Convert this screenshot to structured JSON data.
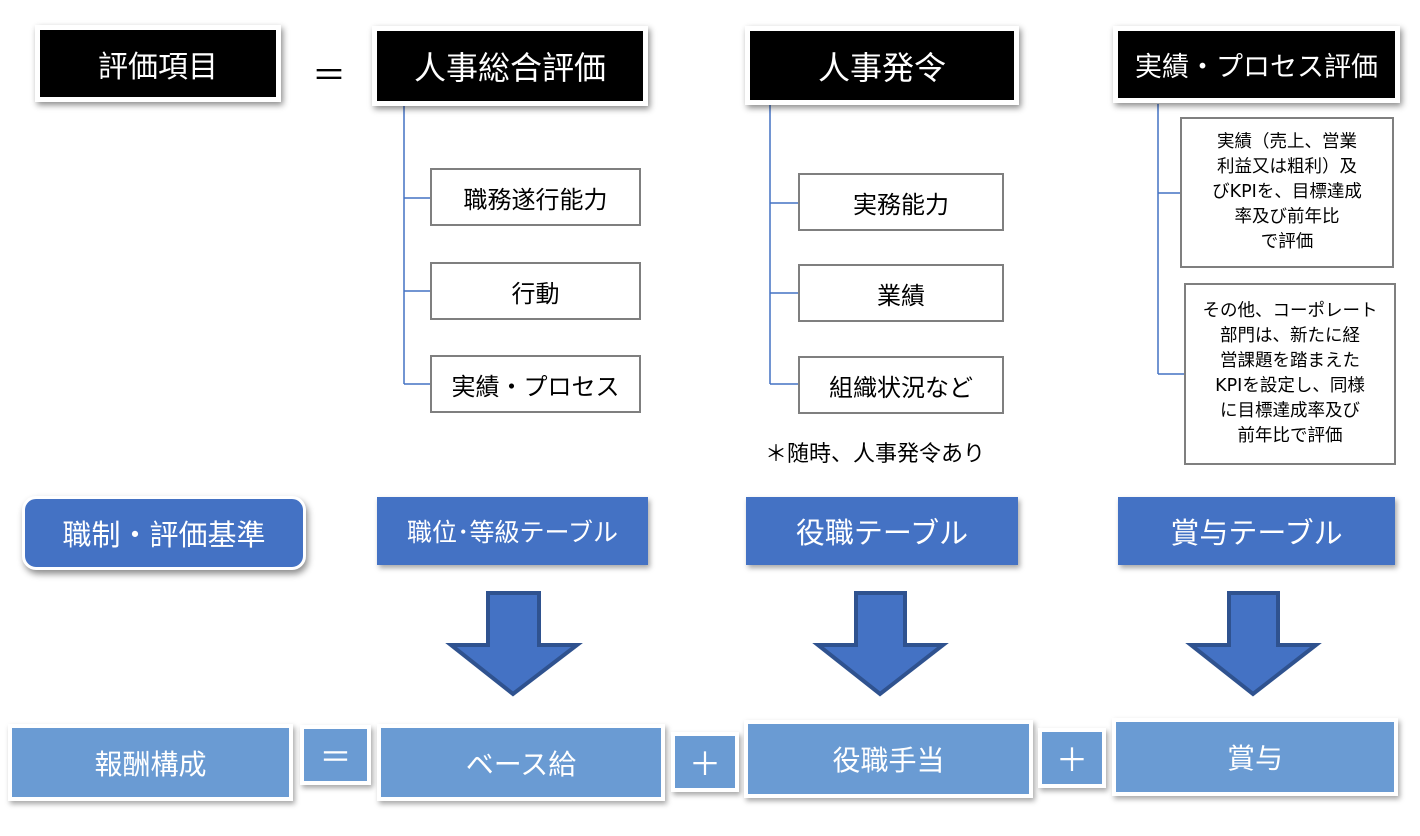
{
  "header": {
    "label": "評価項目",
    "equals": "＝",
    "columns": [
      {
        "title": "人事総合評価",
        "items": [
          "職務遂行能力",
          "行動",
          "実績・プロセス"
        ]
      },
      {
        "title": "人事発令",
        "items": [
          "実務能力",
          "業績",
          "組織状況など"
        ],
        "footnote": "＊随時、人事発令あり"
      },
      {
        "title": "実績・プロセス評価",
        "notes": [
          [
            "実績（売上、営業",
            "利益又は粗利）及",
            "びKPIを、目標達成",
            "率及び前年比",
            "で評価"
          ],
          [
            "その他、コーポレート",
            "部門は、新たに経",
            "営課題を踏まえた",
            "KPIを設定し、同様",
            "に目標達成率及び",
            "前年比で評価"
          ]
        ]
      }
    ]
  },
  "criteria": {
    "label": "職制・評価基準",
    "tables": [
      "職位･等級テーブル",
      "役職テーブル",
      "賞与テーブル"
    ]
  },
  "compensation": {
    "label": "報酬構成",
    "equals": "＝",
    "plus": "＋",
    "parts": [
      "ベース給",
      "役職手当",
      "賞与"
    ]
  },
  "colors": {
    "blue": "#4472c4",
    "light_blue": "#6a9bd3",
    "connector": "#4472c4",
    "black": "#000000"
  }
}
